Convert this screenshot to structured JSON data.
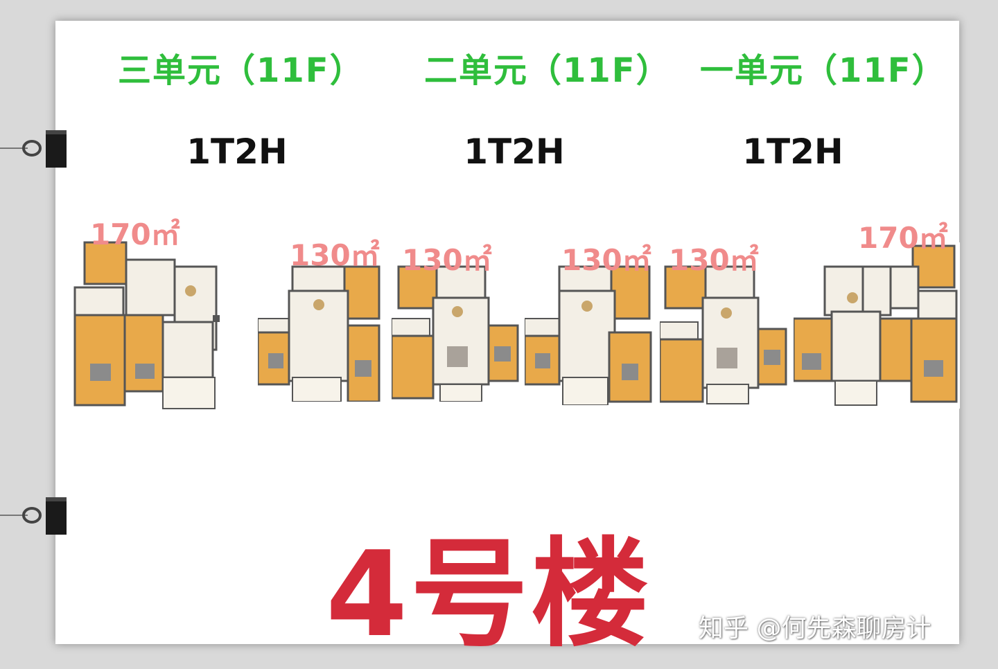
{
  "units": [
    {
      "title": "三单元（11F）",
      "ratio": "1T2H"
    },
    {
      "title": "二单元（11F）",
      "ratio": "1T2H"
    },
    {
      "title": "一单元（11F）",
      "ratio": "1T2H"
    }
  ],
  "areas": [
    "170",
    "130",
    "130",
    "130",
    "130",
    "170"
  ],
  "area_unit": "㎡",
  "building_label": "4号楼",
  "watermark": "知乎 @何先森聊房计",
  "colors": {
    "unit_title": "#2fbe3c",
    "area": "#f08b8b",
    "building_label": "#d42b3a",
    "floor": "#e8a94a",
    "wall": "#555555"
  },
  "icons": [
    "binder-clip-icon",
    "binder-clip-icon"
  ]
}
